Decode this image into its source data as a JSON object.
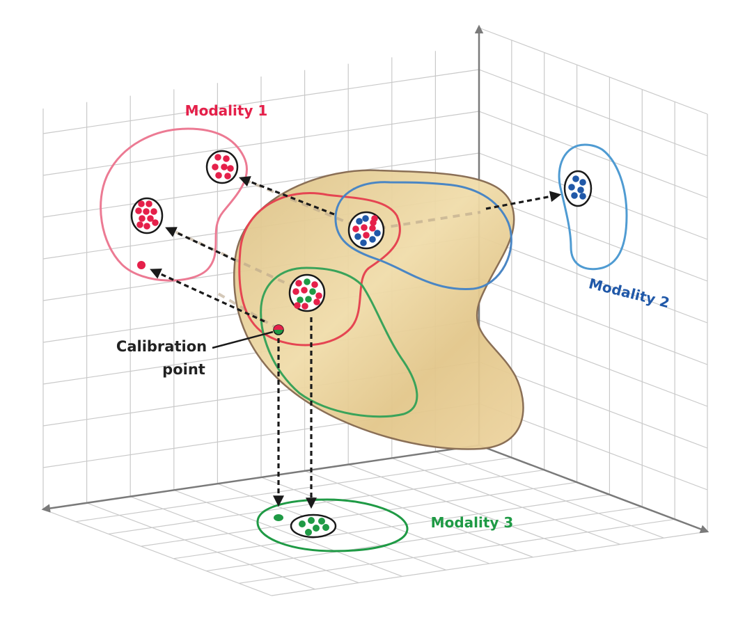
{
  "labels": {
    "modality_1": "Modality 1",
    "modality_2": "Modality 2",
    "modality_3": "Modality 3",
    "calibration_line1": "Calibration",
    "calibration_line2": "point"
  },
  "colors": {
    "modality_1": "#e5204a",
    "modality_1_outline": "#ec7a93",
    "modality_2": "#2058a8",
    "modality_2_outline": "#4f9bd2",
    "modality_3": "#1f9a45",
    "blob_fill": "#ecd39a",
    "blob_stroke": "#8a6f56",
    "grid": "#c9c9c9",
    "axis": "#7a7a7a",
    "arrow": "#1a1a1a"
  },
  "icons": {
    "arrow_heads": "triangle",
    "cluster_markers": "filled-dot"
  }
}
